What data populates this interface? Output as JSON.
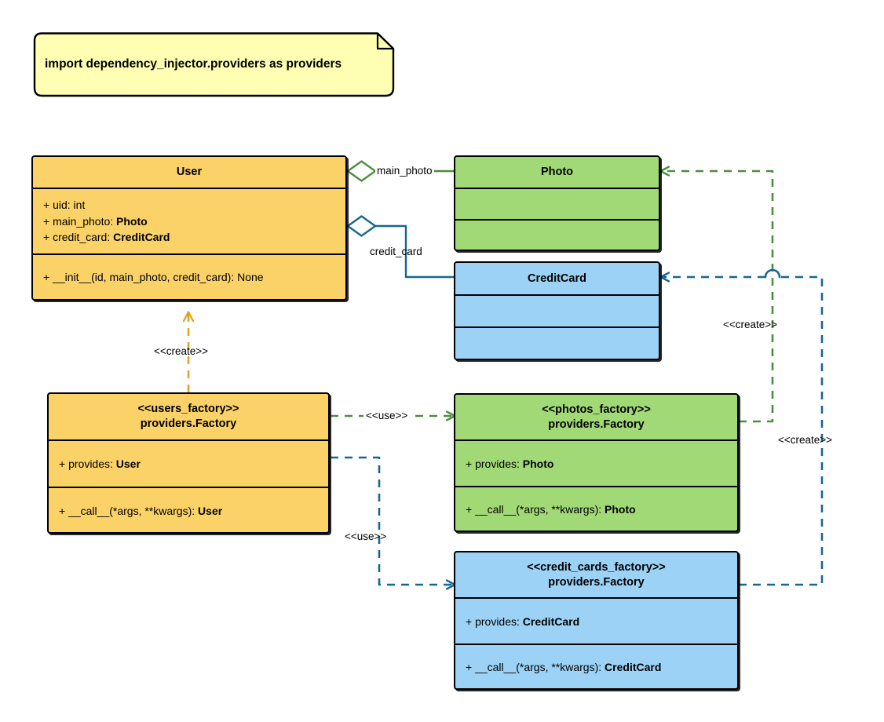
{
  "diagram": {
    "type": "uml-class-diagram",
    "title": "Dependency Injector factory providers class diagram",
    "colors": {
      "yellow_fill": "#fbd267",
      "green_fill": "#a2d977",
      "blue_fill": "#9bd2f5",
      "note_fill": "#ffffb3",
      "green_line": "#4a8f3c",
      "blue_line": "#15688f",
      "yellow_line": "#e0a526",
      "outline": "#000000"
    }
  },
  "note": {
    "name": "import-note",
    "text": "import dependency_injector.providers as providers"
  },
  "classes": [
    {
      "id": "user",
      "name": "User",
      "stereotype": "",
      "color": "yellow",
      "attributes": [
        {
          "prefix": "+ ",
          "name": "uid: ",
          "type": "int",
          "type_bold": false
        },
        {
          "prefix": "+ ",
          "name": "main_photo: ",
          "type": "Photo",
          "type_bold": true
        },
        {
          "prefix": "+ ",
          "name": "credit_card: ",
          "type": "CreditCard",
          "type_bold": true
        }
      ],
      "methods": [
        {
          "prefix": "+ ",
          "name": "__init__(id, main_photo, credit_card): ",
          "type": "None",
          "type_bold": false
        }
      ]
    },
    {
      "id": "photo",
      "name": "Photo",
      "stereotype": "",
      "color": "green",
      "attributes": [],
      "methods": []
    },
    {
      "id": "credit_card",
      "name": "CreditCard",
      "stereotype": "",
      "color": "blue",
      "attributes": [],
      "methods": []
    },
    {
      "id": "users_factory",
      "name": "providers.Factory",
      "stereotype": "<<users_factory>>",
      "color": "yellow",
      "attributes": [
        {
          "prefix": "+ ",
          "name": "provides: ",
          "type": "User",
          "type_bold": true
        }
      ],
      "methods": [
        {
          "prefix": "+ ",
          "name": "__call__(*args, **kwargs): ",
          "type": "User",
          "type_bold": true
        }
      ]
    },
    {
      "id": "photos_factory",
      "name": "providers.Factory",
      "stereotype": "<<photos_factory>>",
      "color": "green",
      "attributes": [
        {
          "prefix": "+ ",
          "name": "provides: ",
          "type": "Photo",
          "type_bold": true
        }
      ],
      "methods": [
        {
          "prefix": "+ ",
          "name": "__call__(*args, **kwargs): ",
          "type": "Photo",
          "type_bold": true
        }
      ]
    },
    {
      "id": "credit_cards_factory",
      "name": "providers.Factory",
      "stereotype": "<<credit_cards_factory>>",
      "color": "blue",
      "attributes": [
        {
          "prefix": "+ ",
          "name": "provides: ",
          "type": "CreditCard",
          "type_bold": true
        }
      ],
      "methods": [
        {
          "prefix": "+ ",
          "name": "__call__(*args, **kwargs): ",
          "type": "CreditCard",
          "type_bold": true
        }
      ]
    }
  ],
  "relations": [
    {
      "id": "user-photo",
      "kind": "aggregation",
      "from": "User",
      "to": "Photo",
      "label": "main_photo",
      "color": "#4a8f3c"
    },
    {
      "id": "user-creditcard",
      "kind": "aggregation",
      "from": "User",
      "to": "CreditCard",
      "label": "credit_card",
      "color": "#15688f"
    },
    {
      "id": "usersfactory-user",
      "kind": "dependency",
      "from": "users_factory",
      "to": "User",
      "label": "<<create>>",
      "color": "#e0a526"
    },
    {
      "id": "usersfactory-photosfactory",
      "kind": "dependency",
      "from": "users_factory",
      "to": "photos_factory",
      "label": "<<use>>",
      "color": "#4a8f3c"
    },
    {
      "id": "usersfactory-creditcardsfactory",
      "kind": "dependency",
      "from": "users_factory",
      "to": "credit_cards_factory",
      "label": "<<use>>",
      "color": "#15688f"
    },
    {
      "id": "photosfactory-photo",
      "kind": "dependency",
      "from": "photos_factory",
      "to": "Photo",
      "label": "<<create>>",
      "color": "#4a8f3c"
    },
    {
      "id": "creditcardsfactory-creditcard",
      "kind": "dependency",
      "from": "credit_cards_factory",
      "to": "CreditCard",
      "label": "<<create>>",
      "color": "#15688f"
    }
  ]
}
